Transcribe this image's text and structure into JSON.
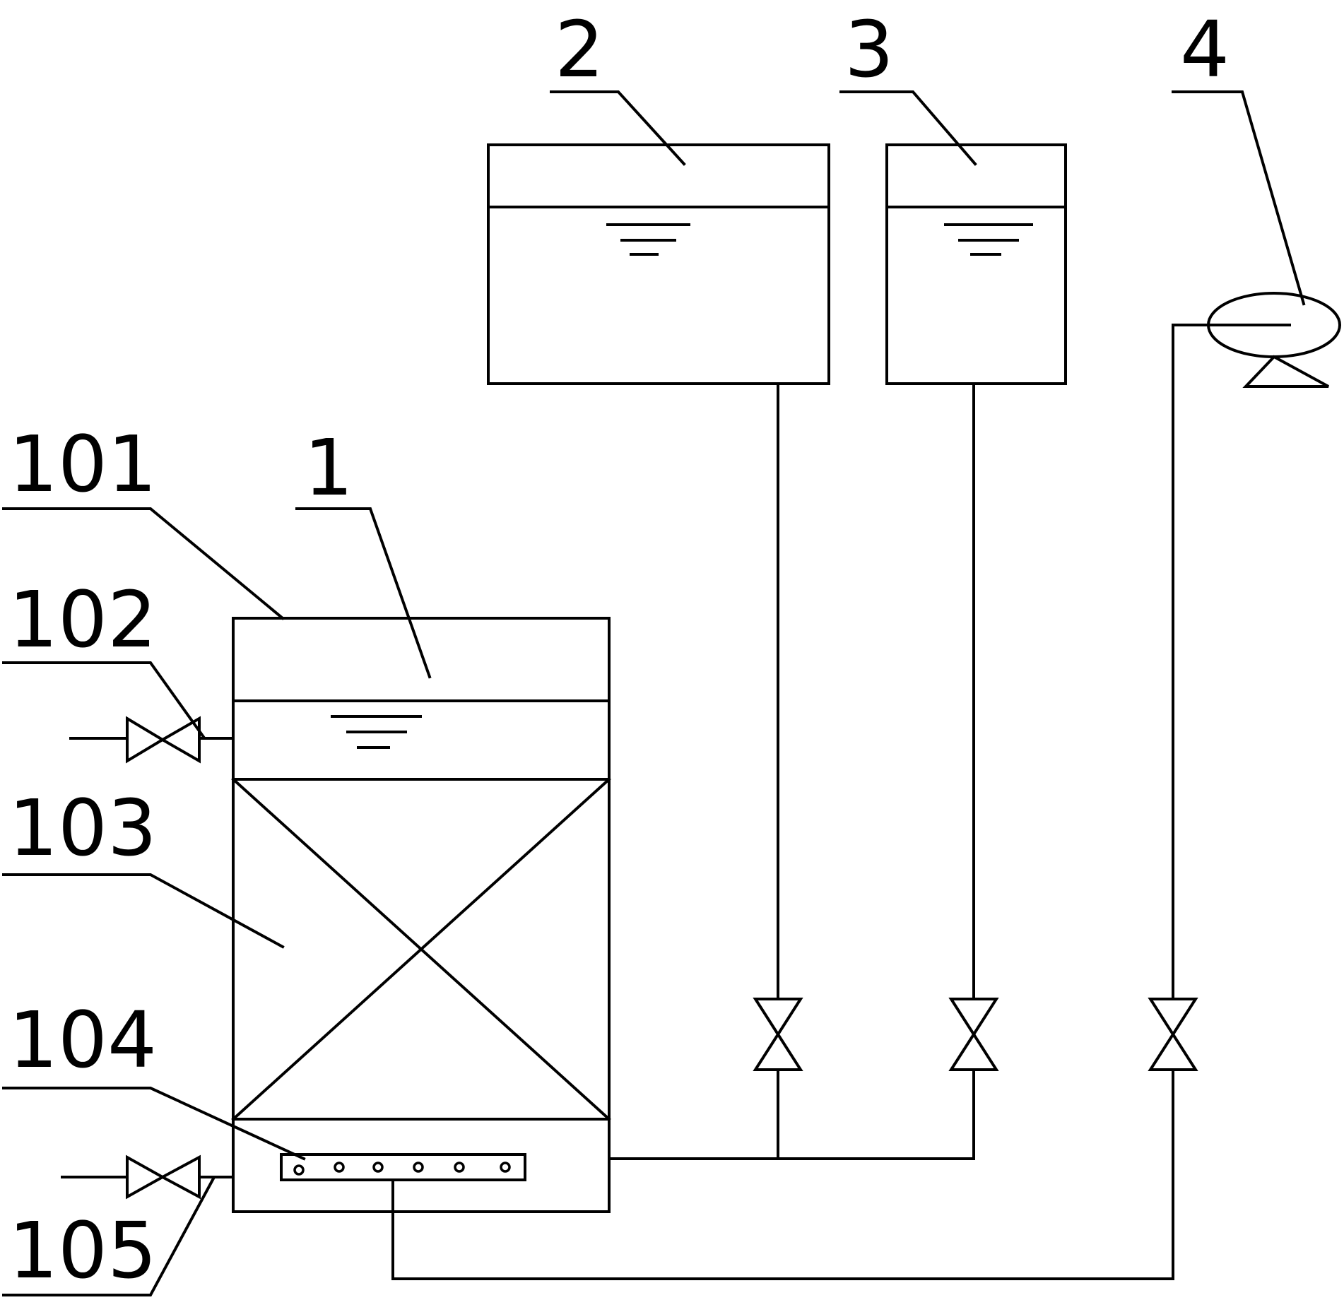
{
  "labels": {
    "unit_1": "1",
    "tank_2": "2",
    "tank_3": "3",
    "pump_4": "4",
    "part_101": "101",
    "part_102": "102",
    "part_103": "103",
    "part_104": "104",
    "part_105": "105"
  },
  "colors": {
    "line": "#000000",
    "background": "#ffffff"
  }
}
